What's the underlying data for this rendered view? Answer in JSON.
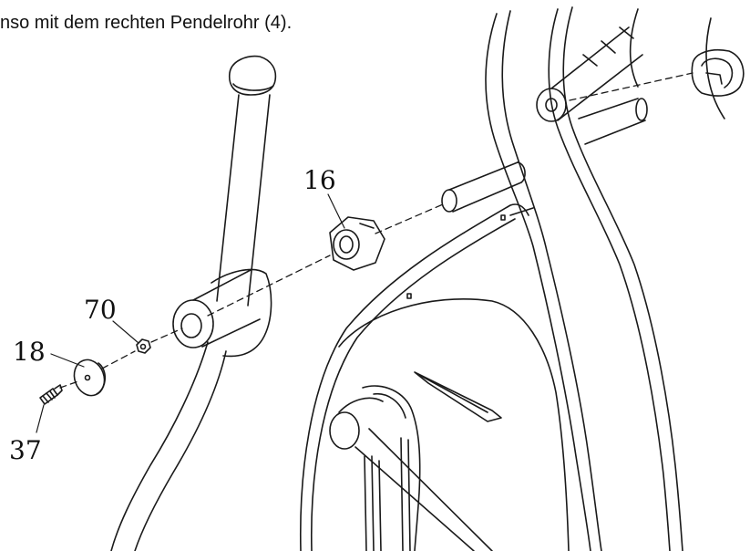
{
  "instruction": "nso mit dem rechten Pendelrohr (4).",
  "callouts": {
    "part_16": "16",
    "part_70": "70",
    "part_18": "18",
    "part_37": "37"
  },
  "colors": {
    "line": "#1a1a1a",
    "background": "#ffffff"
  }
}
